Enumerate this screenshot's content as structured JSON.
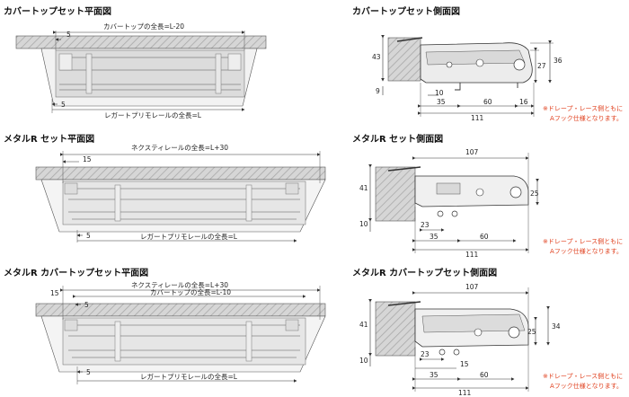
{
  "titles": {
    "t1": "カバートップセット平面図",
    "t2": "カバートップセット側面図",
    "t3": "メタルR セット平面図",
    "t4": "メタルR セット側面図",
    "t5": "メタルR カバートップセット平面図",
    "t6": "メタルR カバートップセット側面図"
  },
  "plan1": {
    "top_label": "カバートップの全長=L-20",
    "bottom_label": "レガートプリモレールの全長=L",
    "d_top": "5",
    "d_bottom": "5"
  },
  "plan2": {
    "top_label": "ネクスティレールの全長=L+30",
    "bottom_label": "レガートプリモレールの全長=L",
    "d_top": "15",
    "d_bottom": "5"
  },
  "plan3": {
    "top_label1": "ネクスティレールの全長=L+30",
    "top_label2": "カバートップの全長=L-10",
    "bottom_label": "レガートプリモレールの全長=L",
    "d_15": "15",
    "d_5a": "5",
    "d_5b": "5"
  },
  "side1": {
    "h43": "43",
    "h9": "9",
    "h27": "27",
    "h36": "36",
    "w10": "10",
    "w35": "35",
    "w60": "60",
    "w16": "16",
    "w111": "111"
  },
  "side2": {
    "w107": "107",
    "h41": "41",
    "h10": "10",
    "h25": "25",
    "w23": "23",
    "w35": "35",
    "w60": "60",
    "w111": "111"
  },
  "side3": {
    "w107": "107",
    "h41": "41",
    "h10": "10",
    "h25": "25",
    "h34": "34",
    "w23": "23",
    "w15": "15",
    "w35": "35",
    "w60": "60",
    "w111": "111"
  },
  "notes": {
    "n1a": "※ドレープ・レース側ともに",
    "n1b": "Aフック仕様となります。",
    "n2a": "※ドレープ・レース側ともに",
    "n2b": "Aフック仕様となります。",
    "n3a": "※ドレープ・レース側ともに",
    "n3b": "Aフック仕様となります。"
  }
}
